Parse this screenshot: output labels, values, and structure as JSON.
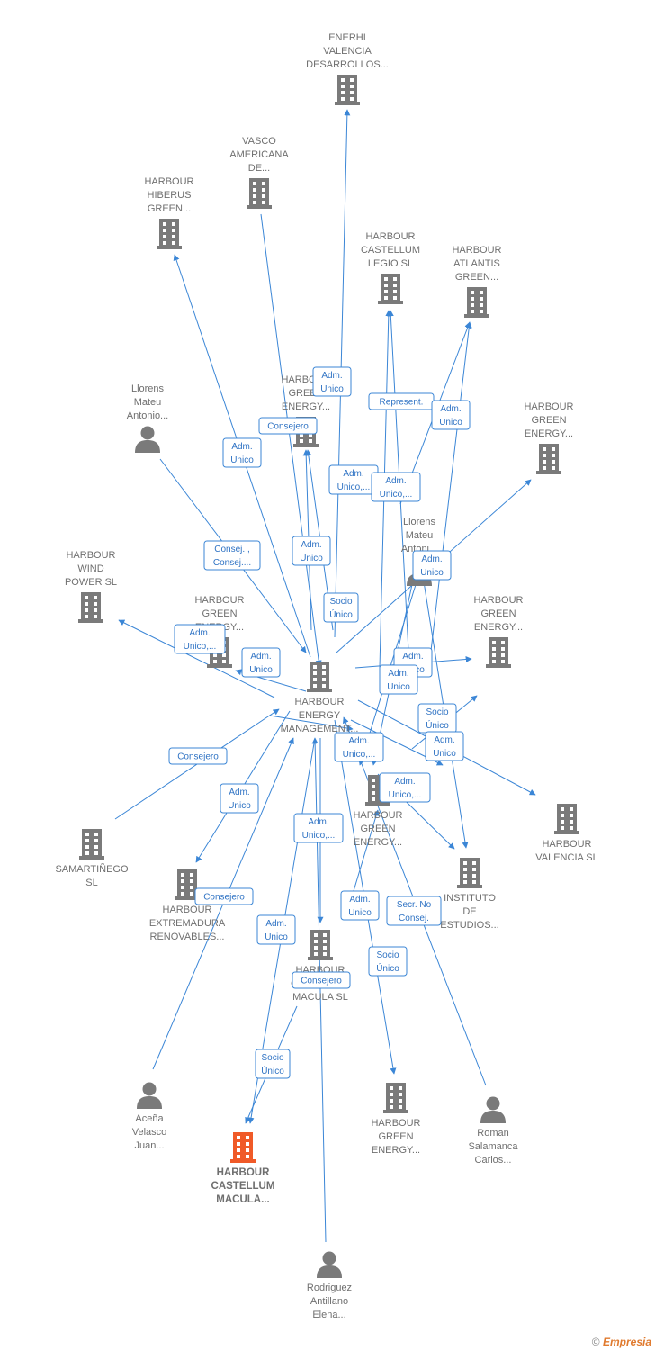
{
  "colors": {
    "edge": "#3b86d6",
    "node": "#7a7a7a",
    "focus": "#f05a28",
    "label": "#6f6f6f"
  },
  "nodes": [
    {
      "id": "enerhi",
      "type": "company",
      "lines": [
        "ENERHI",
        "VALENCIA",
        "DESARROLLOS..."
      ]
    },
    {
      "id": "vasco",
      "type": "company",
      "lines": [
        "VASCO",
        "AMERICANA",
        "DE..."
      ]
    },
    {
      "id": "hiberus",
      "type": "company",
      "lines": [
        "HARBOUR",
        "HIBERUS",
        "GREEN..."
      ]
    },
    {
      "id": "legio",
      "type": "company",
      "lines": [
        "HARBOUR",
        "CASTELLUM",
        "LEGIO  SL"
      ]
    },
    {
      "id": "atlantis",
      "type": "company",
      "lines": [
        "HARBOUR",
        "ATLANTIS",
        "GREEN..."
      ]
    },
    {
      "id": "llorens1",
      "type": "person",
      "lines": [
        "Llorens",
        "Mateu",
        "Antonio..."
      ]
    },
    {
      "id": "green_energy_a",
      "type": "company",
      "lines": [
        "HARBOUR",
        "GREEN",
        "ENERGY..."
      ]
    },
    {
      "id": "green_energy_b",
      "type": "company",
      "lines": [
        "HARBOUR",
        "GREEN",
        "ENERGY..."
      ]
    },
    {
      "id": "llorens2",
      "type": "person",
      "lines": [
        "Llorens",
        "Mateu",
        "Antoni..."
      ]
    },
    {
      "id": "wind",
      "type": "company",
      "lines": [
        "HARBOUR",
        "WIND",
        "POWER  SL"
      ]
    },
    {
      "id": "green_energy_c",
      "type": "company",
      "lines": [
        "HARBOUR",
        "GREEN",
        "ENERGY..."
      ]
    },
    {
      "id": "green_energy_d",
      "type": "company",
      "lines": [
        "HARBOUR",
        "GREEN",
        "ENERGY..."
      ]
    },
    {
      "id": "center",
      "type": "company",
      "lines": [
        "HARBOUR",
        "ENERGY",
        "MANAGEMENT..."
      ]
    },
    {
      "id": "green_energy_e",
      "type": "company",
      "lines": [
        "HARBOUR",
        "GREEN",
        "ENERGY..."
      ]
    },
    {
      "id": "valencia",
      "type": "company",
      "lines": [
        "HARBOUR",
        "VALENCIA  SL"
      ]
    },
    {
      "id": "samartinego",
      "type": "company",
      "lines": [
        "SAMARTIÑEGO",
        "SL"
      ]
    },
    {
      "id": "extremadura",
      "type": "company",
      "lines": [
        "HARBOUR",
        "EXTREMADURA",
        "RENOVABLES..."
      ]
    },
    {
      "id": "instituto",
      "type": "company",
      "lines": [
        "INSTITUTO",
        "DE",
        "ESTUDIOS..."
      ]
    },
    {
      "id": "castellum_inmacula",
      "type": "company",
      "lines": [
        "HARBOUR",
        "CASTELLUM",
        "MACULA  SL"
      ]
    },
    {
      "id": "acena",
      "type": "person",
      "lines": [
        "Aceña",
        "Velasco",
        "Juan..."
      ]
    },
    {
      "id": "focus",
      "type": "focus",
      "lines": [
        "HARBOUR",
        "CASTELLUM",
        "MACULA..."
      ]
    },
    {
      "id": "green_energy_f",
      "type": "company",
      "lines": [
        "HARBOUR",
        "GREEN",
        "ENERGY..."
      ]
    },
    {
      "id": "roman",
      "type": "person",
      "lines": [
        "Roman",
        "Salamanca",
        "Carlos..."
      ]
    },
    {
      "id": "rodriguez",
      "type": "person",
      "lines": [
        "Rodriguez",
        "Antillano",
        "Elena..."
      ]
    }
  ],
  "edge_labels": [
    [
      "Adm.",
      "Unico"
    ],
    [
      "Consejero"
    ],
    [
      "Adm.",
      "Unico"
    ],
    [
      "Represent."
    ],
    [
      "Adm.",
      "Unico"
    ],
    [
      "Adm.",
      "Unico,..."
    ],
    [
      "Adm.",
      "Unico,..."
    ],
    [
      "Consej. ,",
      "Consej...."
    ],
    [
      "Adm.",
      "Unico"
    ],
    [
      "Adm.",
      "Unico"
    ],
    [
      "Socio",
      "Único"
    ],
    [
      "Adm.",
      "Unico,..."
    ],
    [
      "Adm.",
      "Unico"
    ],
    [
      "Adm.",
      "Unico"
    ],
    [
      "Adm.",
      "Unico"
    ],
    [
      "Socio",
      "Único"
    ],
    [
      "Adm.",
      "Unico"
    ],
    [
      "Adm.",
      "Unico,..."
    ],
    [
      "Consejero"
    ],
    [
      "Adm.",
      "Unico"
    ],
    [
      "Adm.",
      "Unico,..."
    ],
    [
      "Adm.",
      "Unico,..."
    ],
    [
      "Consejero"
    ],
    [
      "Adm.",
      "Unico"
    ],
    [
      "Secr.  No",
      "Consej."
    ],
    [
      "Adm.",
      "Unico"
    ],
    [
      "Socio",
      "Único"
    ],
    [
      "Consejero"
    ],
    [
      "Socio",
      "Único"
    ]
  ],
  "footer": {
    "copyright": "©",
    "brand": "Empresia"
  }
}
